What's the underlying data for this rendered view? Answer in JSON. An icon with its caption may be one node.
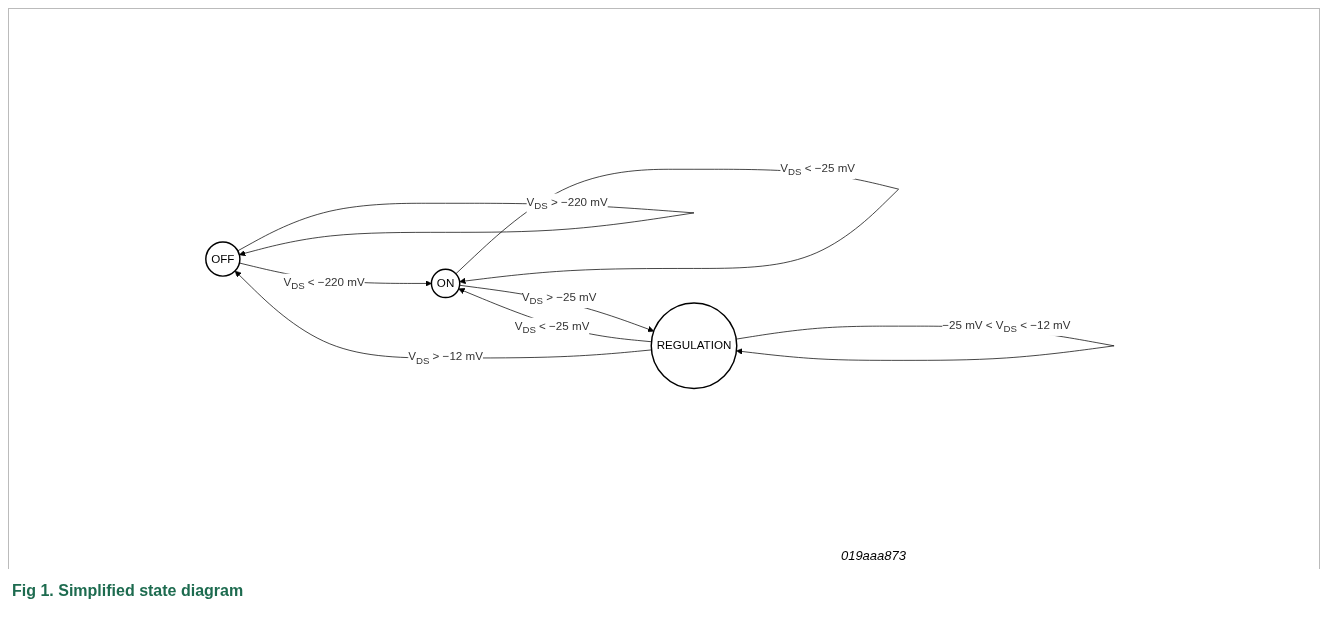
{
  "diagram": {
    "caption": "Fig 1. Simplified state diagram",
    "nodes": [
      {
        "text": [
          "OFF"
        ]
      },
      {
        "text": [
          "ON"
        ]
      },
      {
        "text": [
          "REGULATION"
        ]
      }
    ],
    "edges": [
      {
        "from": 0,
        "to": 0,
        "arrow": "to",
        "label": "V$_{DS}$ > −220 mV"
      },
      {
        "from": 0,
        "to": 1,
        "arrow": "to",
        "label": "V$_{DS}$ < −220 mV"
      },
      {
        "from": 1,
        "to": 1,
        "arrow": "to",
        "label": "V$_{DS}$ < −25 mV"
      },
      {
        "from": 1,
        "to": 2,
        "arrow": "to",
        "label": "V$_{DS}$ > −25 mV"
      },
      {
        "from": 2,
        "to": 1,
        "arrow": "to",
        "label": "V$_{DS}$ < −25 mV"
      },
      {
        "from": 2,
        "to": 0,
        "arrow": "to",
        "label": "V$_{DS}$ > −12 mV"
      },
      {
        "from": 2,
        "to": 2,
        "arrow": "to",
        "label": "−25 mV < V$_{DS}$ < −12 mV"
      }
    ],
    "labels": [
      "019aaa873"
    ]
  }
}
